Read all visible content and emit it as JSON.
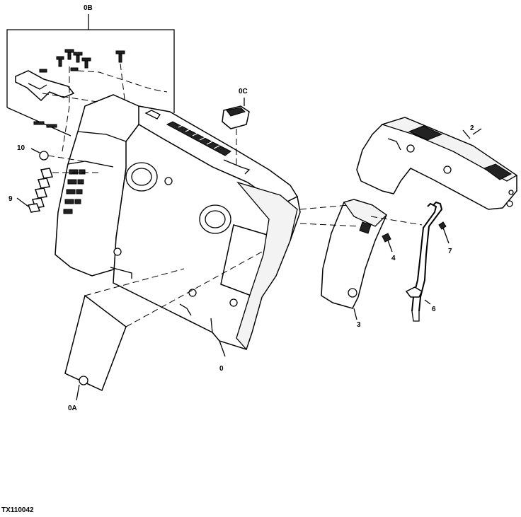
{
  "callouts": {
    "c0B": "0B",
    "c0C": "0C",
    "c2": "2",
    "c10": "10",
    "c9": "9",
    "c4": "4",
    "c7": "7",
    "c3": "3",
    "c6": "6",
    "c0": "0",
    "c0A": "0A"
  },
  "figure_ref": "TX110042"
}
